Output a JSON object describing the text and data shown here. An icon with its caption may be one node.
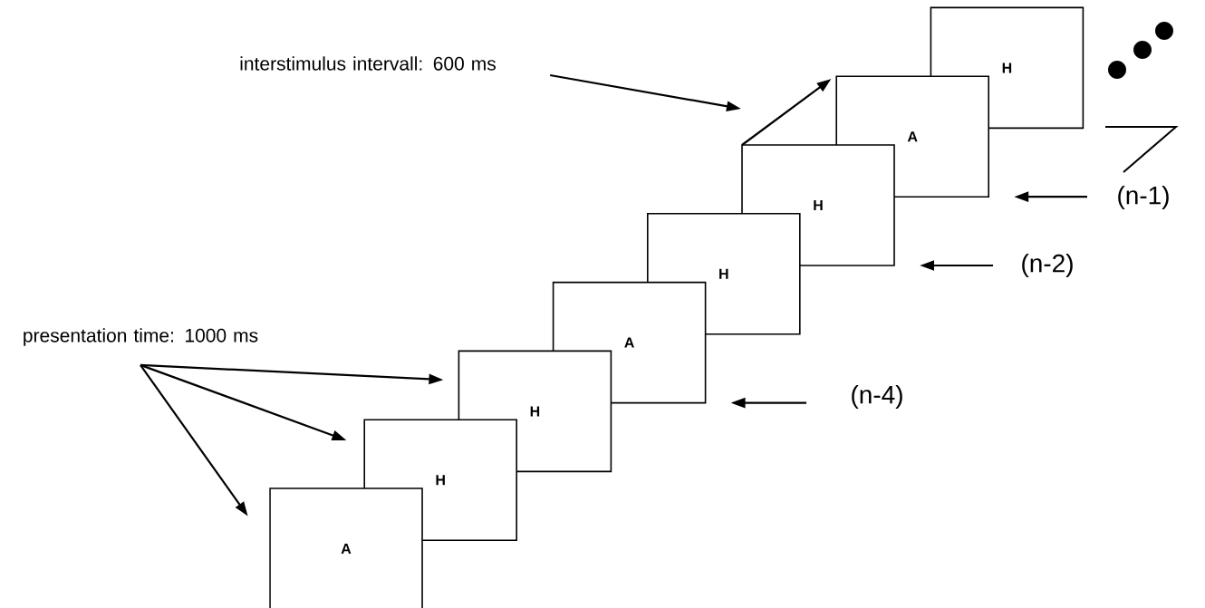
{
  "diagram": {
    "nodes": [
      {
        "text": [
          "A"
        ]
      },
      {
        "text": [
          "H"
        ]
      },
      {
        "text": [
          "H"
        ]
      },
      {
        "text": [
          "A"
        ]
      },
      {
        "text": [
          "H"
        ]
      },
      {
        "text": [
          "H"
        ]
      },
      {
        "text": [
          "A"
        ]
      },
      {
        "text": [
          "H"
        ]
      },
      {
        "text": [
          "interstimulus intervall: 600 ms"
        ]
      },
      {
        "text": [
          "presentation time: 1000 ms"
        ]
      },
      {
        "text": [
          "(n-1)"
        ]
      },
      {
        "text": [
          "(n-2)"
        ]
      },
      {
        "text": [
          "(n-4)"
        ]
      }
    ],
    "edges": [
      {
        "from": 9,
        "to": 0,
        "arrow": "to"
      },
      {
        "from": 9,
        "to": 1,
        "arrow": "to"
      },
      {
        "from": 9,
        "to": 2,
        "arrow": "to"
      },
      {
        "from": 8,
        "to": null,
        "arrow": "to"
      },
      {
        "from": 5,
        "to": 6,
        "arrow": "to"
      },
      {
        "from": 10,
        "to": 6,
        "arrow": "to"
      },
      {
        "from": 11,
        "to": 5,
        "arrow": "to"
      },
      {
        "from": 12,
        "to": 3,
        "arrow": "to"
      }
    ]
  }
}
